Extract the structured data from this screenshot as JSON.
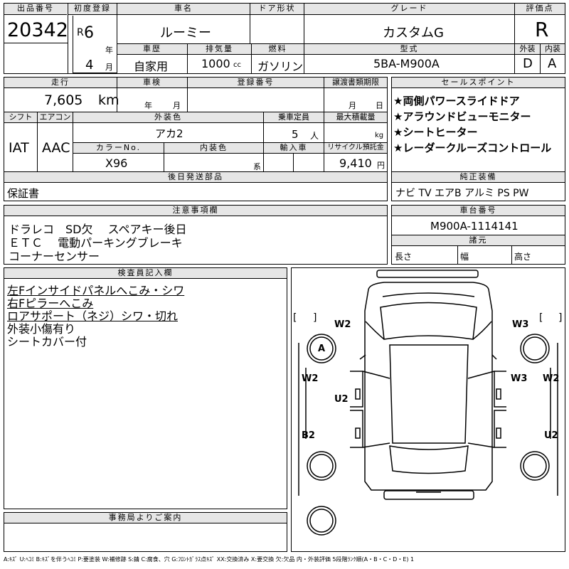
{
  "top": {
    "lot_label": "出品番号",
    "lot_no": "20342",
    "reg_label": "初度登録",
    "era": "R",
    "year": "6",
    "year_unit": "年",
    "month": "4",
    "month_unit": "月",
    "name_label": "車名",
    "name": "ルーミー",
    "door_label": "ドア形状",
    "door": "",
    "grade_label": "グレード",
    "grade": "カスタムG",
    "score_label": "評価点",
    "score": "R",
    "history_label": "車歴",
    "history": "自家用",
    "disp_label": "排気量",
    "disp": "1000",
    "disp_unit": "cc",
    "fuel_label": "燃料",
    "fuel": "ガソリン",
    "model_label": "型式",
    "model": "5BA-M900A",
    "ext_label": "外装",
    "ext": "D",
    "int_label": "内装",
    "int": "A"
  },
  "row2": {
    "mileage_label": "走行",
    "mileage": "7,605",
    "mileage_unit": "km",
    "inspect_label": "車検",
    "inspect_y": "年",
    "inspect_m": "月",
    "plate_label": "登録番号",
    "transfer_label": "譲渡書類期限",
    "transfer_m": "月",
    "transfer_d": "日",
    "shift_label": "シフト",
    "shift": "IAT",
    "ac_label": "エアコン",
    "ac": "AAC",
    "color_label": "外装色",
    "color": "アカ2",
    "seat_label": "乗車定員",
    "seat": "5",
    "seat_unit": "人",
    "load_label": "最大積載量",
    "load_unit": "kg",
    "colorno_label": "カラーNo.",
    "colorno": "X96",
    "intcolor_label": "内装色",
    "intcolor_unit": "系",
    "import_label": "輸入車",
    "recycle_label": "リサイクル預託金",
    "recycle": "9,410",
    "recycle_unit": "円"
  },
  "sales": {
    "label": "セールスポイント",
    "items": [
      "★両側パワースライドドア",
      "★アラウンドビューモニター",
      "★シートヒーター",
      "★レーダークルーズコントロール"
    ]
  },
  "later": {
    "label": "後日発送部品",
    "value": "保証書"
  },
  "genuine": {
    "label": "純正装備",
    "value": "ナビ TV エアB アルミ PS PW"
  },
  "notes": {
    "label": "注意事項欄",
    "lines": [
      "ドラレコ　SD欠　 スペアキー後日",
      "ＥＴＣ　 電動パーキングブレーキ",
      "コーナーセンサー"
    ]
  },
  "chassis": {
    "label": "車台番号",
    "value": "M900A-1114141"
  },
  "dims": {
    "label": "諸元",
    "length": "長さ",
    "width": "幅",
    "height": "高さ"
  },
  "inspector": {
    "label": "検査員記入欄",
    "lines": [
      {
        "text": "左Fインサイドパネルへこみ・シワ",
        "u": true
      },
      {
        "text": "右Fピラーへこみ",
        "u": true
      },
      {
        "text": "ロアサポート（ネジ）シワ・切れ",
        "u": true
      },
      {
        "text": "外装小傷有り",
        "u": false
      },
      {
        "text": "シートカバー付",
        "u": false
      }
    ]
  },
  "diagram": {
    "marks": [
      "W2",
      "W3",
      "A",
      "W2",
      "W3",
      "W2",
      "W2",
      "U2",
      "U2",
      "B2",
      "U2"
    ],
    "brackets": [
      "[",
      "]",
      "[",
      "]"
    ]
  },
  "office": {
    "label": "事務局よりご案内"
  },
  "legend": "A:ｷｽﾞ U:ﾍｺﾐ B:ｷｽﾞを伴うﾍｺﾐ P:要塗装 W:補修跡 S:錆 C:腐食、穴 G:ﾌﾛﾝﾄｶﾞﾗｽ点ｷｽﾞ XX:交換済み X:要交換 欠:欠品 内・外装評価 5段階ﾗﾝｸ順(A・B・C・D・E) 1"
}
